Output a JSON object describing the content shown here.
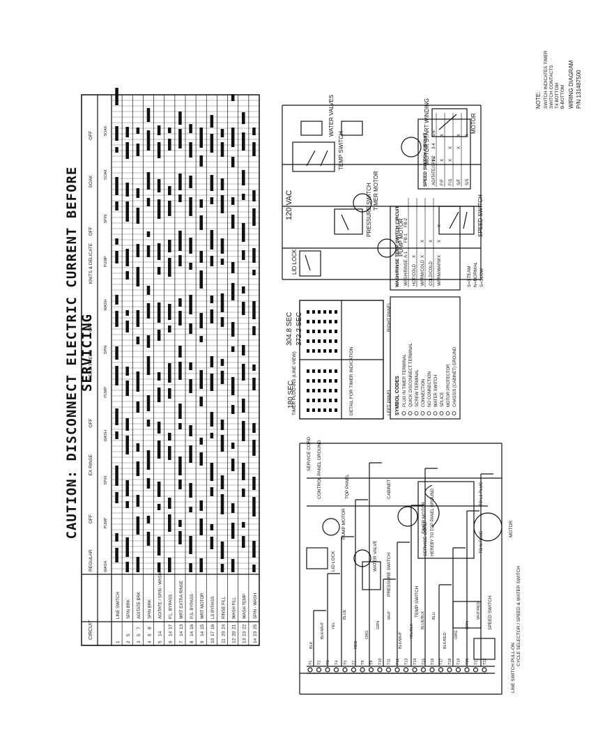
{
  "caution": "CAUTION: DISCONNECT ELECTRIC CURRENT BEFORE SERVICING",
  "title_block": {
    "note_lines": [
      "NOTE:",
      "SWITCH INDICATES TIMER",
      "SWITCH CONTACTS",
      "T4 BOTTOM",
      "B-BOTTOM"
    ],
    "diagram_name": "WIRING DIAGRAM",
    "part_number": "P/N 131487500"
  },
  "power": {
    "line_label": "120 VAC",
    "timer_motor": "TIMER MOTOR",
    "pump_motor": "PUMP MOTOR",
    "lid_lock": "LID LOCK",
    "pressure_switch": "PRESSURE SWITCH",
    "temp_switch": "TEMP SWITCH",
    "water_valves": "WATER VALVES",
    "motor_start_winding": "MOTOR START WINDING",
    "motor": "MOTOR",
    "speed_switch": "SPEED SWITCH"
  },
  "timer_chart": {
    "circuit_header": "CIRCUIT",
    "rows": [
      {
        "a": "1",
        "b": "",
        "c": "",
        "circuit": "LINE SWITCH"
      },
      {
        "a": "2",
        "b": "5",
        "c": "",
        "circuit": "SPIN BRK"
      },
      {
        "a": "3",
        "b": "5",
        "c": "7",
        "circuit": "AGITATE BRK"
      },
      {
        "a": "4",
        "b": "6",
        "c": "8",
        "circuit": "SPIN BRK"
      },
      {
        "a": "5",
        "b": "14",
        "c": "",
        "circuit": "AGITATE / SPIN - WASH"
      },
      {
        "a": "6",
        "b": "14",
        "c": "17",
        "circuit": "P.L. BYPASS"
      },
      {
        "a": "7",
        "b": "14",
        "c": "13",
        "circuit": "WRT EXTRA RINSE"
      },
      {
        "a": "8",
        "b": "14",
        "c": "16",
        "circuit": "P.S. BYPASS"
      },
      {
        "a": "9",
        "b": "14",
        "c": "15",
        "circuit": "WRT MOTOR"
      },
      {
        "a": "10",
        "b": "17",
        "c": "16",
        "circuit": "LS BYPASS"
      },
      {
        "a": "11",
        "b": "20",
        "c": "24",
        "circuit": "RINSE FILL"
      },
      {
        "a": "12",
        "b": "20",
        "c": "21",
        "circuit": "WASH FILL"
      },
      {
        "a": "13",
        "b": "23",
        "c": "22",
        "circuit": "WASH TEMP"
      },
      {
        "a": "14",
        "b": "23",
        "c": "25",
        "circuit": "SPIN - WASH"
      }
    ],
    "cycle_headers": [
      "REGULAR",
      "OFF",
      "EX RINSE",
      "OFF",
      "PERM PRESS",
      "OFF",
      "KNITS & DELICATE",
      "OFF",
      "SOAK",
      "OFF"
    ],
    "sub_headers": [
      "WASH",
      "PUMP",
      "SPIN",
      "WASH",
      "PUMP",
      "SPIN",
      "WASH",
      "PUMP",
      "SPIN",
      "SOAK",
      "SOAK"
    ]
  },
  "center_legend": {
    "timer_caption": "TIMER PLUG-INS (LINE VIEW)",
    "left_panel": "LEFT PANEL",
    "right_panel": "RIGHT PANEL",
    "detail_caption": "DETAIL FOR TIMER INDICATION",
    "time1": "304.8 SEC",
    "time2": "372.2 SEC",
    "time3": "180 SEC",
    "symbols_title": "SYMBOL CODES",
    "symbols": [
      "PLUG IN TIMER TERMINAL",
      "QUICK DISCONNECT TERMINAL",
      "SCREW TERMINAL",
      "CONNECTION",
      "NO CONNECTION",
      "WATER SWITCH",
      "SPLICE",
      "MOTOR PROTECTOR",
      "CHASSIS (CABINET) GROUND"
    ]
  },
  "temp_table": {
    "title": "WASH/RINSE TEMP SWITCH CIRCUIT",
    "headers": [
      "WASH/RINSE",
      "A-1",
      "FB-1",
      "FB-2"
    ],
    "rows": [
      [
        "HOT/COLD",
        "X",
        "",
        ""
      ],
      [
        "WARM/COLD",
        "X",
        "X",
        ""
      ],
      [
        "COLD/COLD",
        "",
        "X",
        ""
      ],
      [
        "WARM/WARM",
        "X",
        "X",
        "X"
      ]
    ],
    "notes": [
      "S=STEAM",
      "N=NORMAL",
      "S=SLOW"
    ]
  },
  "speed_table": {
    "title": "SPEED SWITCH CIRCUIT",
    "headers": [
      "AGITATE/SPIN",
      "1-2",
      "3-4",
      "5-6"
    ],
    "rows": [
      [
        "F/F",
        "X",
        "",
        "X"
      ],
      [
        "F/S",
        "X",
        "X",
        ""
      ],
      [
        "S/F",
        "",
        "X",
        "X"
      ],
      [
        "S/S",
        "",
        "",
        "X"
      ]
    ]
  },
  "ground": {
    "service_cord": "SERVICE CORD",
    "note": "HEREBY TO TOP PANEL GROUND",
    "plug_label": "TO L1 PLUG",
    "neutral": "TO N PLUG"
  },
  "lower": {
    "service_cord": "SERVICE CORD",
    "control_panel": "CONTROL PANEL GROUND",
    "top_panel": "TOP PANEL",
    "cabinet": "CABINET",
    "pump_motor": "PUMP MOTOR",
    "water_valve": "WATER VALVE",
    "timer_motor": "TIMER MOTOR",
    "lid_lock": "LID LOCK",
    "pressure_switch": "PRESSURE SWITCH",
    "temp_switch": "TEMP SWITCH",
    "motor": "MOTOR",
    "speed_switch": "SPEED SWITCH",
    "line_switch": "LINE SWITCH PULL-ON",
    "cycle_selector": "CYCLE SELECTOR / SPEED & WATER SWITCH",
    "wire_labels": [
      "BLK",
      "BLK/WHT",
      "YEL",
      "BLUE",
      "RED",
      "ORG",
      "GRN",
      "WHT",
      "BLK/WHT",
      "YEL/BLK",
      "BLUE/BLK",
      "BLU",
      "BLK/RED",
      "ORG",
      "GRN",
      "WHT/RED"
    ],
    "terminals": [
      "T1",
      "T2",
      "T3",
      "T4",
      "T5",
      "T7",
      "T8",
      "T9",
      "T10",
      "T11",
      "T12",
      "T13",
      "T14",
      "T15",
      "T16",
      "T17",
      "T18",
      "T19",
      "T20",
      "T21",
      "T22"
    ]
  }
}
